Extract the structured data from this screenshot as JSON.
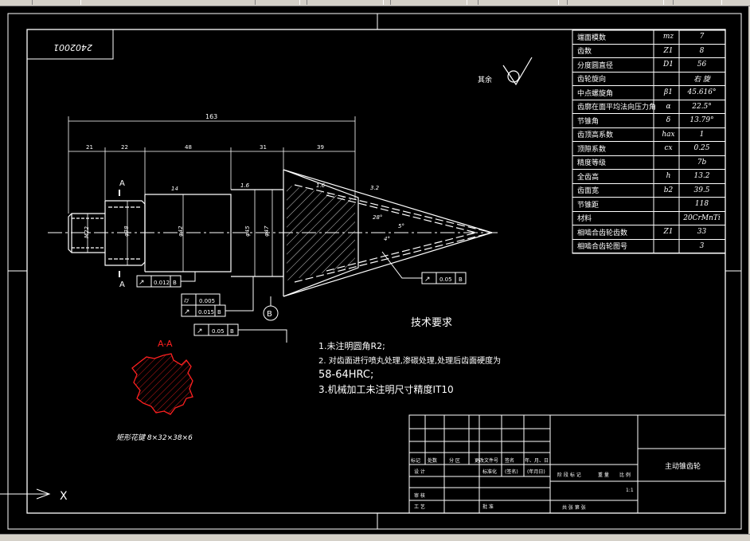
{
  "window": {
    "top_tab_text": "",
    "scroll_button": ""
  },
  "drawing": {
    "code_stamp": "2402001",
    "surface_finish": "其余",
    "section_label": "A-A",
    "section_a_top": "A",
    "section_a_bottom": "A",
    "datum_b": "B",
    "spline_note": "矩形花键 8×32×38×6",
    "ucs_x": "X",
    "dims": {
      "overall": "163",
      "d21": "21",
      "d22": "22",
      "d48": "48",
      "d31": "31",
      "d39": "39",
      "m22": "M22",
      "dia38": "φ38",
      "dia42": "φ42",
      "dia45": "φ45",
      "dia47": "φ47",
      "ra14a": "14",
      "ra16": "1.6",
      "ra14b": "1.6",
      "ra32": "3.2",
      "ang1": "28°",
      "ang2": "5°",
      "ang3": "4°"
    },
    "tolerances": [
      {
        "symbol": "↗",
        "value": "0.012",
        "datum": "B"
      },
      {
        "symbol": "⌭",
        "value": "0.005",
        "datum": ""
      },
      {
        "symbol": "↗",
        "value": "0.015",
        "datum": "B"
      },
      {
        "symbol": "↗",
        "value": "0.05",
        "datum": "B"
      },
      {
        "symbol": "↗",
        "value": "0.05",
        "datum": "B"
      }
    ],
    "tech_req": {
      "title": "技术要求",
      "line1": "1.未注明圆角R2;",
      "line2": "2.   对齿面进行喷丸处理,渗碳处理,处理后齿面硬度为",
      "line3": "58-64HRC;",
      "line4": "3.机械加工未注明尺寸精度IT10"
    }
  },
  "params": [
    {
      "name": "端面模数",
      "sym": "mz",
      "val": "7"
    },
    {
      "name": "齿数",
      "sym": "Z1",
      "val": "8"
    },
    {
      "name": "分度圆直径",
      "sym": "D1",
      "val": "56"
    },
    {
      "name": "齿轮旋向",
      "sym": "",
      "val": "右 旋"
    },
    {
      "name": "中点螺旋角",
      "sym": "β1",
      "val": "45.616°"
    },
    {
      "name": "齿廓在面平均法向压力角",
      "sym": "α",
      "val": "22.5°"
    },
    {
      "name": "节锥角",
      "sym": "δ",
      "val": "13.79°"
    },
    {
      "name": "齿顶高系数",
      "sym": "hax",
      "val": "1"
    },
    {
      "name": "顶隙系数",
      "sym": "cx",
      "val": "0.25"
    },
    {
      "name": "精度等级",
      "sym": "",
      "val": "7b"
    },
    {
      "name": "全齿高",
      "sym": "h",
      "val": "13.2"
    },
    {
      "name": "齿面宽",
      "sym": "b2",
      "val": "39.5"
    },
    {
      "name": "节锥距",
      "sym": "",
      "val": "118"
    },
    {
      "name": "材料",
      "sym": "",
      "val": "20CrMnTi"
    },
    {
      "name": "相啮合齿轮齿数",
      "sym": "Z1",
      "val": "33"
    },
    {
      "name": "相啮合齿轮图号",
      "sym": "",
      "val": "3"
    }
  ],
  "title_block": {
    "part_name": "主动锥齿轮",
    "r_mark": "标记",
    "r_count": "处数",
    "r_zone": "分 区",
    "r_change": "更改文件号",
    "r_sign": "签名",
    "r_date": "年、月、日",
    "r_design": "设 计",
    "r_std": "标准化",
    "r_sig2": "(签名)",
    "r_date2": "(年月日)",
    "r_stage": "阶 段 标 记",
    "r_weight": "重 量",
    "r_scale": "比 例",
    "r_scale_val": "1:1",
    "r_check": "审 核",
    "r_craft": "工 艺",
    "r_approve": "批 准",
    "r_sheets": "共   张   第   张"
  }
}
